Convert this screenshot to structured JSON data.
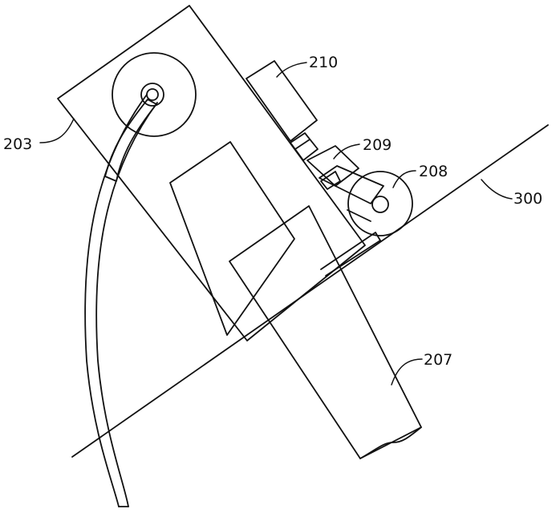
{
  "labels": {
    "203": "203",
    "207": "207",
    "208": "208",
    "209": "209",
    "210": "210",
    "300": "300"
  }
}
